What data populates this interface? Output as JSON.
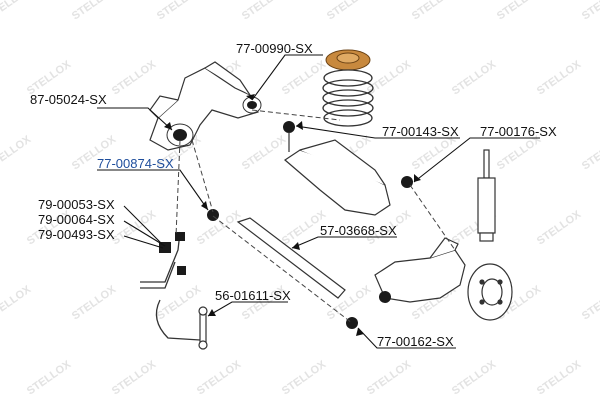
{
  "watermark": "STELLOX",
  "colors": {
    "text": "#111111",
    "highlight": "#1f4e9c",
    "part_fill": "#ffffff",
    "bushing": "#1a1a1a",
    "spring_pad": "#c8893e"
  },
  "callouts": {
    "spring_pad": "77-00990-SX",
    "subframe_mount": "87-05024-SX",
    "lower_arm_bushing": "77-00143-SX",
    "shock_bushing": "77-00176-SX",
    "arm_bushing_highlight": "77-00874-SX",
    "stabilizer_bush_1": "79-00053-SX",
    "stabilizer_bush_2": "79-00064-SX",
    "stabilizer_bush_3": "79-00493-SX",
    "trailing_link": "57-03668-SX",
    "stabilizer_link": "56-01611-SX",
    "knuckle_bushing": "77-00162-SX"
  }
}
